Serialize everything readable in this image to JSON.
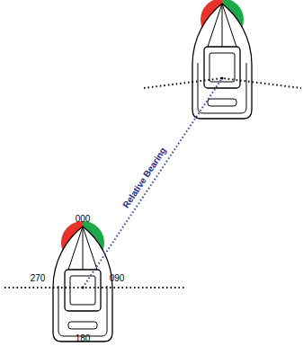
{
  "diagram": {
    "labels": [
      "000",
      "270",
      "090",
      "180",
      "Relative Bearing"
    ]
  }
}
